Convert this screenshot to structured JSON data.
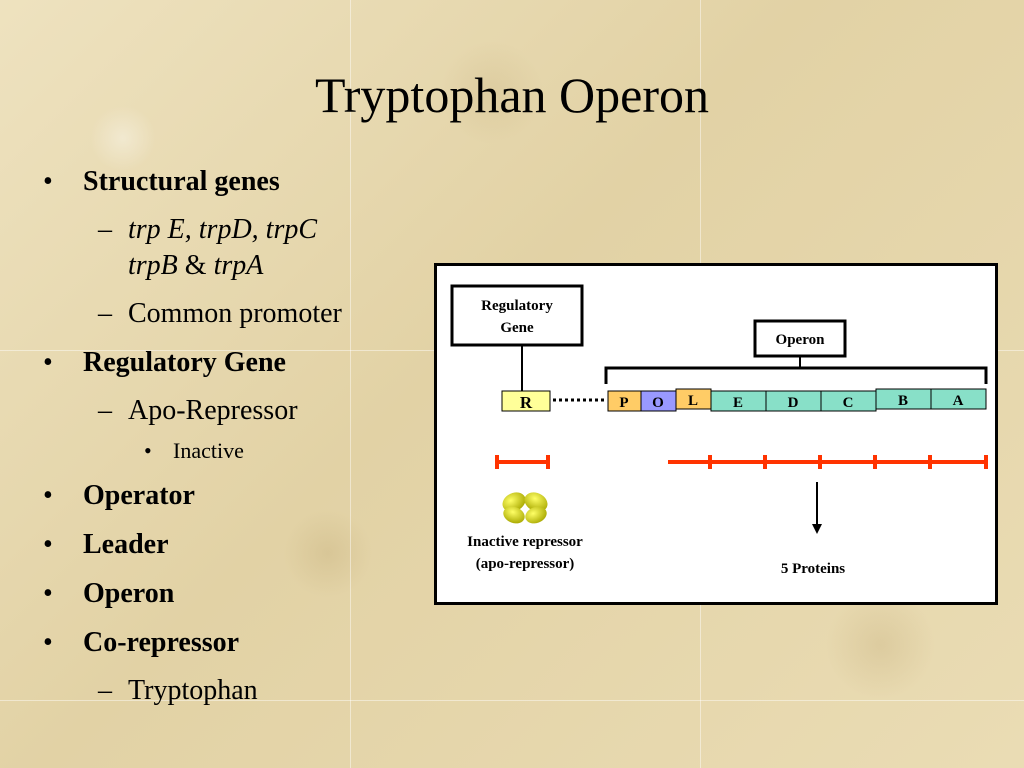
{
  "title": "Tryptophan Operon",
  "bullets": {
    "structural_genes": "Structural genes",
    "genes_line1": "trp E, trpD, trpC",
    "genes_line2_a": "trpB",
    "genes_line2_amp": " & ",
    "genes_line2_b": "trpA",
    "common_promoter": "Common promoter",
    "regulatory_gene": "Regulatory Gene",
    "apo_repressor": "Apo-Repressor",
    "inactive": "Inactive",
    "operator": "Operator",
    "leader": "Leader",
    "operon": "Operon",
    "co_repressor": "Co-repressor",
    "tryptophan": "Tryptophan"
  },
  "markers": {
    "bullet": "•",
    "dash": "–",
    "small_bullet": "•"
  },
  "diagram": {
    "regulatory_gene_line1": "Regulatory",
    "regulatory_gene_line2": "Gene",
    "operon_label": "Operon",
    "genes": {
      "R": "R",
      "P": "P",
      "O": "O",
      "L": "L",
      "E": "E",
      "D": "D",
      "C": "C",
      "B": "B",
      "A": "A"
    },
    "inactive_repressor_line1": "Inactive repressor",
    "inactive_repressor_line2": "(apo-repressor)",
    "proteins_label": "5 Proteins",
    "colors": {
      "R": "#ffff99",
      "P": "#ffcc66",
      "O": "#9999ff",
      "L": "#ffcc66",
      "structural": "#88e0c8",
      "mrna": "#ff3300",
      "repressor": "#d8d800"
    }
  }
}
